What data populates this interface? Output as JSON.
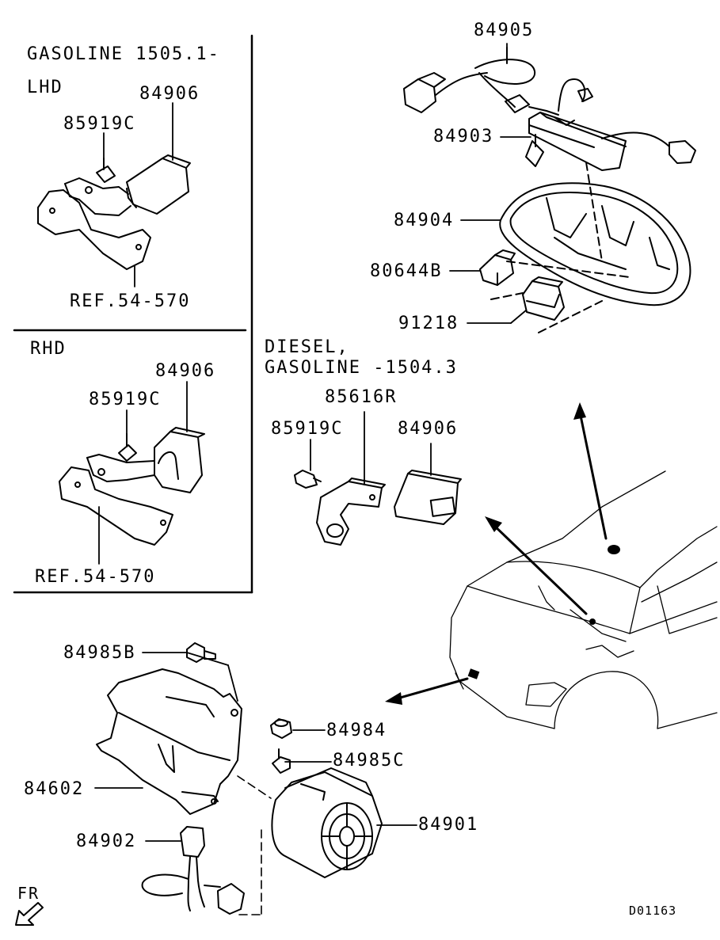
{
  "colors": {
    "ink": "#000000",
    "paper": "#ffffff"
  },
  "sections": {
    "gasoline_lhd": {
      "line1": "GASOLINE 1505.1-",
      "line2": "LHD"
    },
    "rhd": {
      "title": "RHD"
    },
    "diesel": {
      "line1": "DIESEL,",
      "line2": "GASOLINE -1504.3"
    }
  },
  "parts": {
    "p84905": "84905",
    "p84903": "84903",
    "p84904": "84904",
    "p80644B": "80644B",
    "p91218": "91218",
    "p84906_lhd": "84906",
    "p85919C_lhd": "85919C",
    "ref_lhd": "REF.54-570",
    "p84906_rhd": "84906",
    "p85919C_rhd": "85919C",
    "ref_rhd": "REF.54-570",
    "p85616R": "85616R",
    "p85919C_d": "85919C",
    "p84906_d": "84906",
    "p84985B": "84985B",
    "p84984": "84984",
    "p84985C": "84985C",
    "p84602": "84602",
    "p84901": "84901",
    "p84902": "84902"
  },
  "fr_label": "FR",
  "drawing_id": "D01163",
  "icons": {
    "fr": "front-direction-arrow-icon"
  }
}
